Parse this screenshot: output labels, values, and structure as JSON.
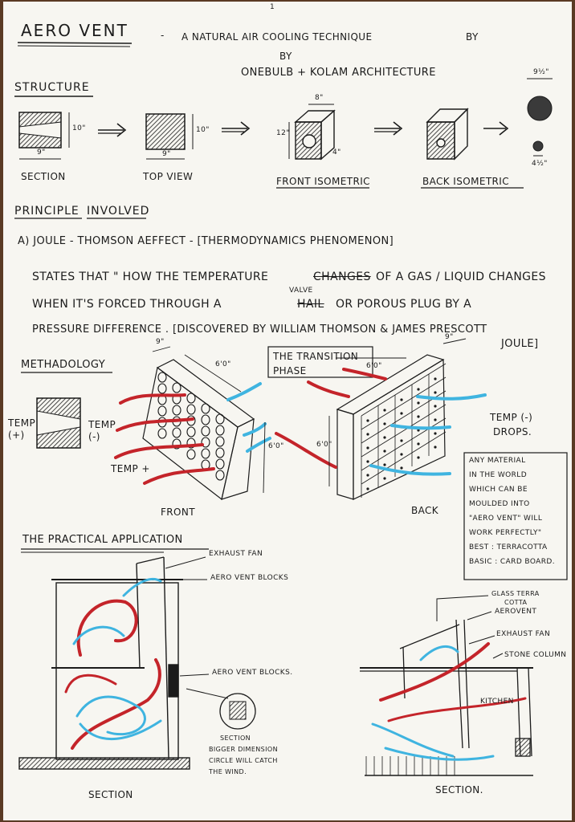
{
  "page_number": "1",
  "header": {
    "title": "AERO VENT",
    "dash": "-",
    "subtitle_line1": "A NATURAL AIR COOLING TECHNIQUE",
    "by": "BY",
    "by2": "BY",
    "credits": "ONEBULB + KOLAM ARCHITECTURE"
  },
  "structure": {
    "heading": "STRUCTURE",
    "section_label": "SECTION",
    "top_view_label": "TOP VIEW",
    "front_iso_label": "FRONT ISOMETRIC",
    "back_iso_label": "BACK ISOMETRIC",
    "dim_10": "10\"",
    "dim_9": "9\"",
    "dim_12": "12\"",
    "dim_8": "8\"",
    "dim_4": "4\"",
    "dim_big": "9½\"",
    "dim_small": "4½\""
  },
  "principle": {
    "heading": "PRINCIPLE",
    "involved": "INVOLVED",
    "point_a": "A) JOULE - THOMSON AEFFECT - [THERMODYNAMICS PHENOMENON]",
    "line1_start": "STATES THAT \" HOW THE TEMPERATURE",
    "line1_struck": "CHANGES",
    "line1_end": "OF A GAS / LIQUID CHANGES",
    "valve": "VALVE",
    "line2_start": "WHEN IT'S FORCED THROUGH A",
    "line2_struck": "HAIL",
    "line2_end": "OR POROUS PLUG BY A",
    "line3": "PRESSURE DIFFERENCE . [DISCOVERED BY WILLIAM THOMSON & JAMES PRESCOTT",
    "line4": "JOULE]"
  },
  "methodology": {
    "heading": "METHADOLOGY",
    "temp_plus_left": "TEMP (+)",
    "temp_minus": "TEMP (-)",
    "temp_plus": "TEMP +",
    "dim_9": "9\"",
    "dim_6_top": "6'0\"",
    "dim_6_side": "6'0\"",
    "front_label": "FRONT",
    "transition_line1": "THE TRANSITION",
    "transition_line2": "PHASE",
    "back_dim_6": "6'0\"",
    "back_dim_9": "9\"",
    "back_side_dim": "6'0\"",
    "temp_drops_line1": "TEMP (-)",
    "temp_drops_line2": "DROPS.",
    "back_label": "BACK",
    "note_box": [
      "ANY MATERIAL",
      "IN THE WORLD",
      "WHICH CAN BE",
      "MOULDED INTO",
      "\"AERO VENT\" WILL",
      "WORK PERFECTLY\"",
      "BEST : TERRACOTTA",
      "BASIC : CARD BOARD."
    ]
  },
  "application": {
    "heading": "THE PRACTICAL APPLICATION",
    "exhaust_fan": "EXHAUST FAN",
    "aero_vent_blocks_top": "AERO VENT BLOCKS",
    "aero_vent_blocks_mid": "AERO VENT BLOCKS.",
    "section_note": [
      "SECTION",
      "BIGGER DIMENSION",
      "CIRCLE WILL CATCH",
      "THE WIND."
    ],
    "section_left": "SECTION",
    "glass_terra": "GLASS TERRA",
    "cotta": "COTTA",
    "aerovent_right": "AEROVENT",
    "exhaust_fan_right": "EXHAUST FAN",
    "stone_column": "STONE COLUMN",
    "kitchen": "KITCHEN",
    "section_right": "SECTION."
  },
  "colors": {
    "ink": "#1b1b1b",
    "red_pencil": "#c4242a",
    "blue_pencil": "#3fb4e0",
    "paper": "#f7f6f1"
  }
}
